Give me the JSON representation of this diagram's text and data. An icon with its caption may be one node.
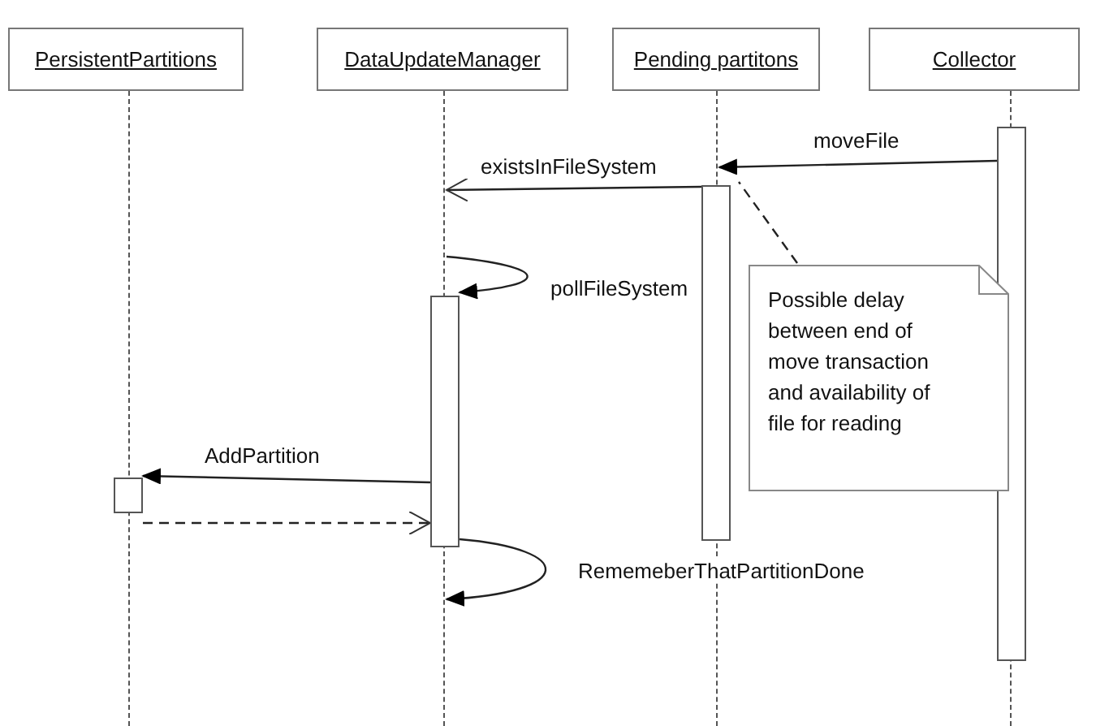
{
  "diagram": {
    "nodes": [
      {
        "text": [
          "PersistentPartitions"
        ]
      },
      {
        "text": [
          "DataUpdateManager"
        ]
      },
      {
        "text": [
          "Pending partitons"
        ]
      },
      {
        "text": [
          "Collector"
        ]
      },
      {
        "text": [],
        "shape": "line"
      },
      {
        "text": [],
        "shape": "line"
      },
      {
        "text": [],
        "shape": "line"
      },
      {
        "text": [],
        "shape": "line"
      },
      {
        "text": [],
        "shape": "bar"
      },
      {
        "text": [],
        "shape": "bar"
      },
      {
        "text": [],
        "shape": "bar"
      },
      {
        "text": [],
        "shape": "box"
      },
      {
        "text": [
          "Possible delay between end of move transaction and availability of file for reading"
        ]
      }
    ],
    "edges": [
      {
        "from": 8,
        "to": 6,
        "arrow": "to",
        "label": "moveFile"
      },
      {
        "from": 9,
        "to": 5,
        "arrow": "to",
        "label": "existsInFileSystem"
      },
      {
        "from": 5,
        "to": 10,
        "arrow": "to",
        "label": "pollFileSystem"
      },
      {
        "from": 10,
        "to": 11,
        "arrow": "to",
        "label": "AddPartition"
      },
      {
        "from": 11,
        "to": 10,
        "arrow": "to",
        "style": "dashed"
      },
      {
        "from": 10,
        "to": 5,
        "arrow": "to",
        "label": "RememeberThatPartitionDone"
      },
      {
        "from": 12,
        "to": 6,
        "arrow": "none",
        "style": "dashed"
      }
    ]
  }
}
